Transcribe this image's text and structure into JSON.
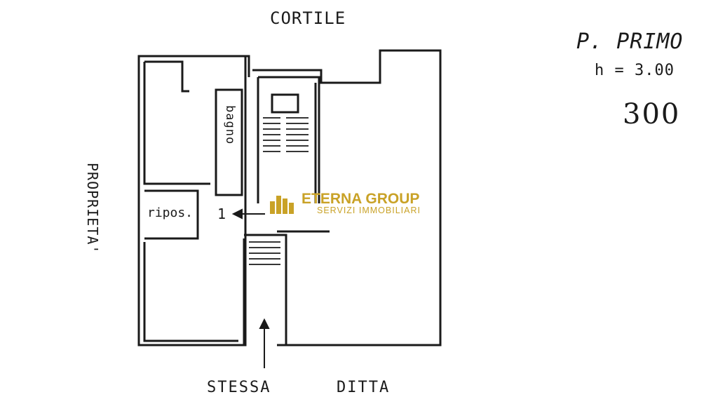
{
  "labels": {
    "top": "CORTILE",
    "left": "PROPRIETA'",
    "bottom_left": "STESSA",
    "bottom_right": "DITTA",
    "floor": "P. PRIMO",
    "height": "h = 3.00",
    "handwritten": "300",
    "bathroom": "bagno",
    "storage": "ripos.",
    "unit_number": "1"
  },
  "watermark": {
    "title": "ETERNA GROUP",
    "subtitle": "SERVIZI IMMOBILIARI",
    "color": "#c9a227"
  },
  "colors": {
    "ink": "#1a1a1a",
    "background": "#ffffff"
  }
}
